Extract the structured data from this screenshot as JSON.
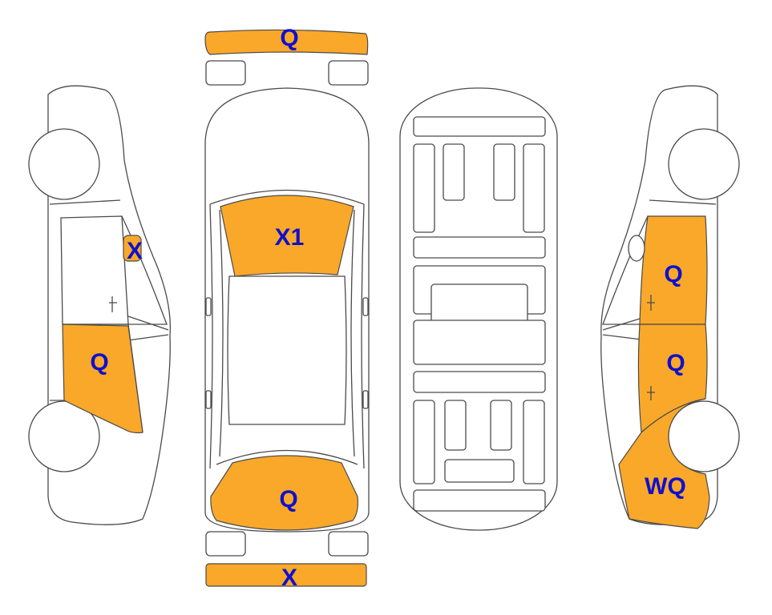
{
  "colors": {
    "damage_fill": "#f9a82a",
    "code_text": "#1010cc",
    "outline": "#4a4a4a"
  },
  "labels": {
    "front_bumper": "Q",
    "windshield": "X1",
    "rear_window": "Q",
    "rear_bumper": "X",
    "left_mirror": "X",
    "left_rear_door": "Q",
    "right_front_door": "Q",
    "right_rear_door": "Q",
    "right_rear_quarter": "WQ"
  }
}
